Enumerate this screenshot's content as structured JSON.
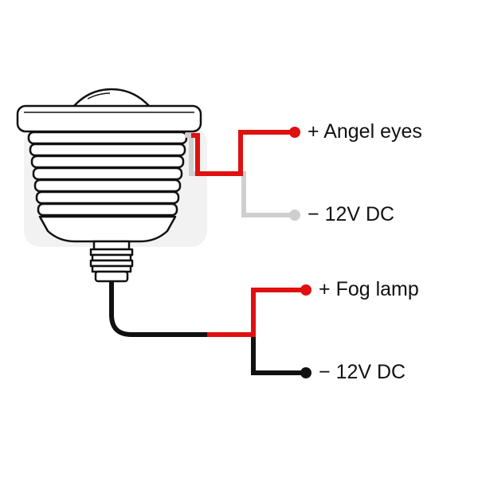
{
  "connections": [
    {
      "sign": "+",
      "label": "Angel eyes",
      "wire_color": "#e01010"
    },
    {
      "sign": "−",
      "label": "12V DC",
      "wire_color": "#cfcfcf"
    },
    {
      "sign": "+",
      "label": "Fog lamp",
      "wire_color": "#e01010"
    },
    {
      "sign": "−",
      "label": "12V DC",
      "wire_color": "#111111"
    }
  ],
  "colors": {
    "outline": "#111111",
    "housing_fill": "#ffffff",
    "shadow": "#f2f2f2"
  },
  "icons": {
    "lamp": "fog-lamp-housing-icon",
    "terminal": "terminal-dot-icon"
  }
}
